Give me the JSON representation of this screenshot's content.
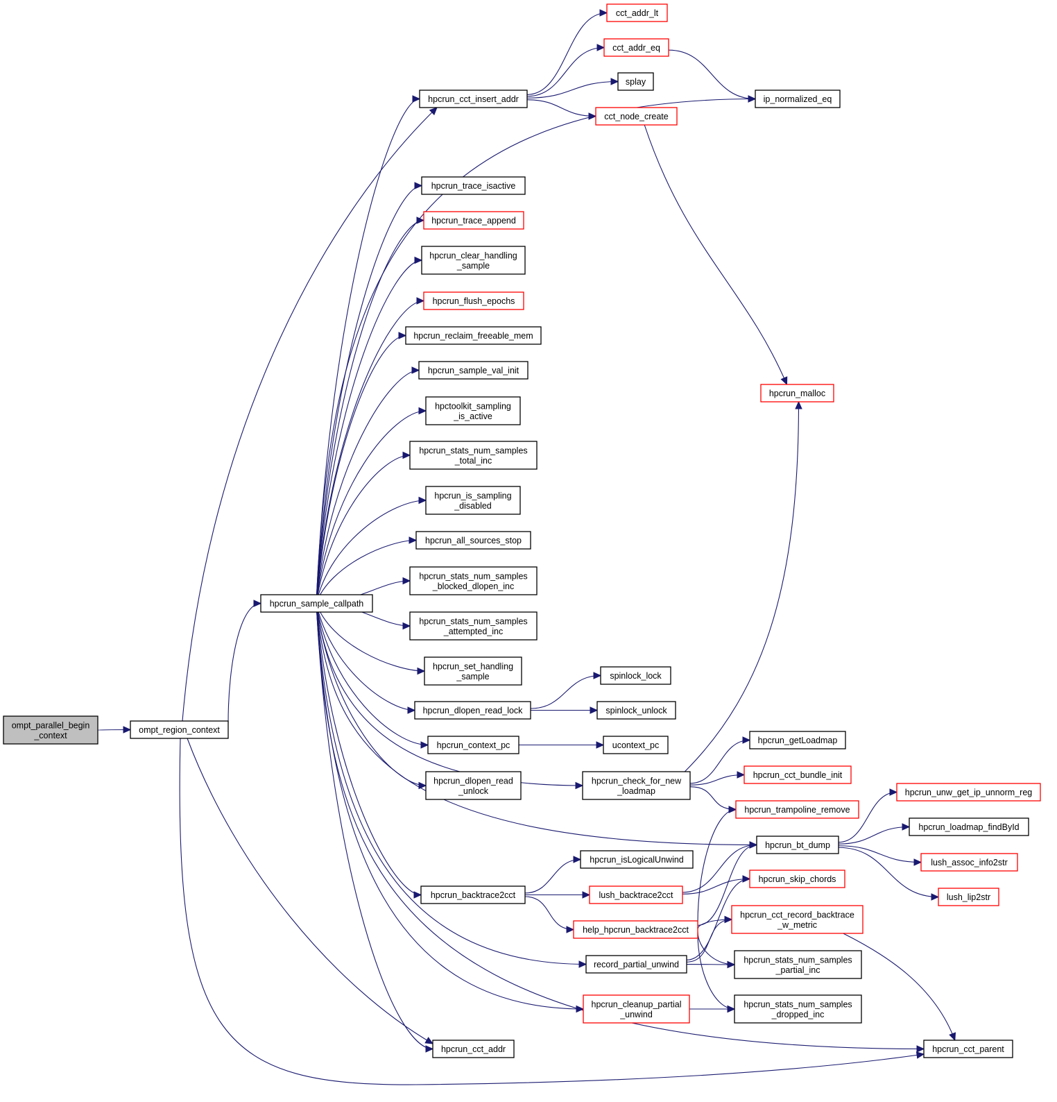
{
  "title": "Call graph: ompt_parallel_begin_context",
  "colors": {
    "edge": "#191970",
    "root_fill": "#bfbfbf",
    "truncated_border": "#ff0000",
    "normal_border": "#000000"
  },
  "nodes": [
    {
      "id": "root",
      "lines": [
        "ompt_parallel_begin",
        "_context"
      ],
      "kind": "root"
    },
    {
      "id": "ompt_region_context",
      "lines": [
        "ompt_region_context"
      ],
      "kind": "normal"
    },
    {
      "id": "hpcrun_sample_callpath",
      "lines": [
        "hpcrun_sample_callpath"
      ],
      "kind": "normal"
    },
    {
      "id": "hpcrun_cct_insert_addr",
      "lines": [
        "hpcrun_cct_insert_addr"
      ],
      "kind": "normal"
    },
    {
      "id": "cct_addr_lt",
      "lines": [
        "cct_addr_lt"
      ],
      "kind": "truncated"
    },
    {
      "id": "cct_addr_eq",
      "lines": [
        "cct_addr_eq"
      ],
      "kind": "truncated"
    },
    {
      "id": "splay",
      "lines": [
        "splay"
      ],
      "kind": "normal"
    },
    {
      "id": "cct_node_create",
      "lines": [
        "cct_node_create"
      ],
      "kind": "truncated"
    },
    {
      "id": "ip_normalized_eq",
      "lines": [
        "ip_normalized_eq"
      ],
      "kind": "normal"
    },
    {
      "id": "hpcrun_trace_isactive",
      "lines": [
        "hpcrun_trace_isactive"
      ],
      "kind": "normal"
    },
    {
      "id": "hpcrun_trace_append",
      "lines": [
        "hpcrun_trace_append"
      ],
      "kind": "truncated"
    },
    {
      "id": "hpcrun_clear_handling_sample",
      "lines": [
        "hpcrun_clear_handling",
        "_sample"
      ],
      "kind": "normal"
    },
    {
      "id": "hpcrun_flush_epochs",
      "lines": [
        "hpcrun_flush_epochs"
      ],
      "kind": "truncated"
    },
    {
      "id": "hpcrun_reclaim_freeable_mem",
      "lines": [
        "hpcrun_reclaim_freeable_mem"
      ],
      "kind": "normal"
    },
    {
      "id": "hpcrun_sample_val_init",
      "lines": [
        "hpcrun_sample_val_init"
      ],
      "kind": "normal"
    },
    {
      "id": "hpctoolkit_sampling_is_active",
      "lines": [
        "hpctoolkit_sampling",
        "_is_active"
      ],
      "kind": "normal"
    },
    {
      "id": "hpcrun_stats_num_samples_total_inc",
      "lines": [
        "hpcrun_stats_num_samples",
        "_total_inc"
      ],
      "kind": "normal"
    },
    {
      "id": "hpcrun_is_sampling_disabled",
      "lines": [
        "hpcrun_is_sampling",
        "_disabled"
      ],
      "kind": "normal"
    },
    {
      "id": "hpcrun_all_sources_stop",
      "lines": [
        "hpcrun_all_sources_stop"
      ],
      "kind": "normal"
    },
    {
      "id": "hpcrun_stats_num_samples_blocked_dlopen_inc",
      "lines": [
        "hpcrun_stats_num_samples",
        "_blocked_dlopen_inc"
      ],
      "kind": "normal"
    },
    {
      "id": "hpcrun_stats_num_samples_attempted_inc",
      "lines": [
        "hpcrun_stats_num_samples",
        "_attempted_inc"
      ],
      "kind": "normal"
    },
    {
      "id": "hpcrun_set_handling_sample",
      "lines": [
        "hpcrun_set_handling",
        "_sample"
      ],
      "kind": "normal"
    },
    {
      "id": "hpcrun_dlopen_read_lock",
      "lines": [
        "hpcrun_dlopen_read_lock"
      ],
      "kind": "normal"
    },
    {
      "id": "spinlock_lock",
      "lines": [
        "spinlock_lock"
      ],
      "kind": "normal"
    },
    {
      "id": "spinlock_unlock",
      "lines": [
        "spinlock_unlock"
      ],
      "kind": "normal"
    },
    {
      "id": "hpcrun_context_pc",
      "lines": [
        "hpcrun_context_pc"
      ],
      "kind": "normal"
    },
    {
      "id": "ucontext_pc",
      "lines": [
        "ucontext_pc"
      ],
      "kind": "normal"
    },
    {
      "id": "hpcrun_dlopen_read_unlock",
      "lines": [
        "hpcrun_dlopen_read",
        "_unlock"
      ],
      "kind": "normal"
    },
    {
      "id": "hpcrun_malloc",
      "lines": [
        "hpcrun_malloc"
      ],
      "kind": "truncated"
    },
    {
      "id": "hpcrun_check_for_new_loadmap",
      "lines": [
        "hpcrun_check_for_new",
        "_loadmap"
      ],
      "kind": "normal"
    },
    {
      "id": "hpcrun_getLoadmap",
      "lines": [
        "hpcrun_getLoadmap"
      ],
      "kind": "normal"
    },
    {
      "id": "hpcrun_cct_bundle_init",
      "lines": [
        "hpcrun_cct_bundle_init"
      ],
      "kind": "truncated"
    },
    {
      "id": "hpcrun_trampoline_remove",
      "lines": [
        "hpcrun_trampoline_remove"
      ],
      "kind": "truncated"
    },
    {
      "id": "hpcrun_unw_get_ip_unnorm_reg",
      "lines": [
        "hpcrun_unw_get_ip_unnorm_reg"
      ],
      "kind": "truncated"
    },
    {
      "id": "hpcrun_loadmap_findById",
      "lines": [
        "hpcrun_loadmap_findById"
      ],
      "kind": "normal"
    },
    {
      "id": "hpcrun_bt_dump",
      "lines": [
        "hpcrun_bt_dump"
      ],
      "kind": "normal"
    },
    {
      "id": "lush_assoc_info2str",
      "lines": [
        "lush_assoc_info2str"
      ],
      "kind": "truncated"
    },
    {
      "id": "lush_lip2str",
      "lines": [
        "lush_lip2str"
      ],
      "kind": "truncated"
    },
    {
      "id": "hpcrun_isLogicalUnwind",
      "lines": [
        "hpcrun_isLogicalUnwind"
      ],
      "kind": "normal"
    },
    {
      "id": "hpcrun_backtrace2cct",
      "lines": [
        "hpcrun_backtrace2cct"
      ],
      "kind": "normal"
    },
    {
      "id": "lush_backtrace2cct",
      "lines": [
        "lush_backtrace2cct"
      ],
      "kind": "truncated"
    },
    {
      "id": "hpcrun_skip_chords",
      "lines": [
        "hpcrun_skip_chords"
      ],
      "kind": "truncated"
    },
    {
      "id": "help_hpcrun_backtrace2cct",
      "lines": [
        "help_hpcrun_backtrace2cct"
      ],
      "kind": "truncated"
    },
    {
      "id": "hpcrun_cct_record_backtrace_w_metric",
      "lines": [
        "hpcrun_cct_record_backtrace",
        "_w_metric"
      ],
      "kind": "truncated"
    },
    {
      "id": "record_partial_unwind",
      "lines": [
        "record_partial_unwind"
      ],
      "kind": "normal"
    },
    {
      "id": "hpcrun_stats_num_samples_partial_inc",
      "lines": [
        "hpcrun_stats_num_samples",
        "_partial_inc"
      ],
      "kind": "normal"
    },
    {
      "id": "hpcrun_cleanup_partial_unwind",
      "lines": [
        "hpcrun_cleanup_partial",
        "_unwind"
      ],
      "kind": "truncated"
    },
    {
      "id": "hpcrun_stats_num_samples_dropped_inc",
      "lines": [
        "hpcrun_stats_num_samples",
        "_dropped_inc"
      ],
      "kind": "normal"
    },
    {
      "id": "hpcrun_cct_addr",
      "lines": [
        "hpcrun_cct_addr"
      ],
      "kind": "normal"
    },
    {
      "id": "hpcrun_cct_parent",
      "lines": [
        "hpcrun_cct_parent"
      ],
      "kind": "normal"
    }
  ],
  "edges": [
    [
      "root",
      "ompt_region_context"
    ],
    [
      "ompt_region_context",
      "hpcrun_sample_callpath"
    ],
    [
      "ompt_region_context",
      "hpcrun_cct_insert_addr"
    ],
    [
      "ompt_region_context",
      "hpcrun_cct_addr"
    ],
    [
      "ompt_region_context",
      "hpcrun_cct_parent"
    ],
    [
      "hpcrun_sample_callpath",
      "hpcrun_cct_insert_addr"
    ],
    [
      "hpcrun_sample_callpath",
      "ip_normalized_eq"
    ],
    [
      "hpcrun_sample_callpath",
      "hpcrun_trace_isactive"
    ],
    [
      "hpcrun_sample_callpath",
      "hpcrun_trace_append"
    ],
    [
      "hpcrun_sample_callpath",
      "hpcrun_clear_handling_sample"
    ],
    [
      "hpcrun_sample_callpath",
      "hpcrun_flush_epochs"
    ],
    [
      "hpcrun_sample_callpath",
      "hpcrun_reclaim_freeable_mem"
    ],
    [
      "hpcrun_sample_callpath",
      "hpcrun_sample_val_init"
    ],
    [
      "hpcrun_sample_callpath",
      "hpctoolkit_sampling_is_active"
    ],
    [
      "hpcrun_sample_callpath",
      "hpcrun_stats_num_samples_total_inc"
    ],
    [
      "hpcrun_sample_callpath",
      "hpcrun_is_sampling_disabled"
    ],
    [
      "hpcrun_sample_callpath",
      "hpcrun_all_sources_stop"
    ],
    [
      "hpcrun_sample_callpath",
      "hpcrun_stats_num_samples_blocked_dlopen_inc"
    ],
    [
      "hpcrun_sample_callpath",
      "hpcrun_stats_num_samples_attempted_inc"
    ],
    [
      "hpcrun_sample_callpath",
      "hpcrun_set_handling_sample"
    ],
    [
      "hpcrun_sample_callpath",
      "hpcrun_dlopen_read_lock"
    ],
    [
      "hpcrun_sample_callpath",
      "hpcrun_context_pc"
    ],
    [
      "hpcrun_sample_callpath",
      "hpcrun_dlopen_read_unlock"
    ],
    [
      "hpcrun_sample_callpath",
      "hpcrun_check_for_new_loadmap"
    ],
    [
      "hpcrun_sample_callpath",
      "hpcrun_bt_dump"
    ],
    [
      "hpcrun_sample_callpath",
      "hpcrun_backtrace2cct"
    ],
    [
      "hpcrun_sample_callpath",
      "record_partial_unwind"
    ],
    [
      "hpcrun_sample_callpath",
      "hpcrun_cleanup_partial_unwind"
    ],
    [
      "hpcrun_sample_callpath",
      "hpcrun_cct_addr"
    ],
    [
      "hpcrun_sample_callpath",
      "hpcrun_cct_parent"
    ],
    [
      "hpcrun_cct_insert_addr",
      "cct_addr_lt"
    ],
    [
      "hpcrun_cct_insert_addr",
      "cct_addr_eq"
    ],
    [
      "hpcrun_cct_insert_addr",
      "splay"
    ],
    [
      "hpcrun_cct_insert_addr",
      "cct_node_create"
    ],
    [
      "cct_addr_eq",
      "ip_normalized_eq"
    ],
    [
      "cct_node_create",
      "hpcrun_malloc"
    ],
    [
      "hpcrun_dlopen_read_lock",
      "spinlock_lock"
    ],
    [
      "hpcrun_dlopen_read_lock",
      "spinlock_unlock"
    ],
    [
      "hpcrun_context_pc",
      "ucontext_pc"
    ],
    [
      "hpcrun_check_for_new_loadmap",
      "hpcrun_malloc"
    ],
    [
      "hpcrun_check_for_new_loadmap",
      "hpcrun_getLoadmap"
    ],
    [
      "hpcrun_check_for_new_loadmap",
      "hpcrun_cct_bundle_init"
    ],
    [
      "hpcrun_check_for_new_loadmap",
      "hpcrun_trampoline_remove"
    ],
    [
      "hpcrun_bt_dump",
      "hpcrun_unw_get_ip_unnorm_reg"
    ],
    [
      "hpcrun_bt_dump",
      "hpcrun_loadmap_findById"
    ],
    [
      "hpcrun_bt_dump",
      "lush_assoc_info2str"
    ],
    [
      "hpcrun_bt_dump",
      "lush_lip2str"
    ],
    [
      "hpcrun_backtrace2cct",
      "hpcrun_isLogicalUnwind"
    ],
    [
      "hpcrun_backtrace2cct",
      "lush_backtrace2cct"
    ],
    [
      "hpcrun_backtrace2cct",
      "help_hpcrun_backtrace2cct"
    ],
    [
      "lush_backtrace2cct",
      "hpcrun_bt_dump"
    ],
    [
      "lush_backtrace2cct",
      "hpcrun_skip_chords"
    ],
    [
      "help_hpcrun_backtrace2cct",
      "hpcrun_bt_dump"
    ],
    [
      "help_hpcrun_backtrace2cct",
      "hpcrun_trampoline_remove"
    ],
    [
      "help_hpcrun_backtrace2cct",
      "hpcrun_cct_record_backtrace_w_metric"
    ],
    [
      "help_hpcrun_backtrace2cct",
      "hpcrun_stats_num_samples_partial_inc"
    ],
    [
      "help_hpcrun_backtrace2cct",
      "hpcrun_stats_num_samples_dropped_inc"
    ],
    [
      "record_partial_unwind",
      "hpcrun_skip_chords"
    ],
    [
      "record_partial_unwind",
      "hpcrun_cct_record_backtrace_w_metric"
    ],
    [
      "record_partial_unwind",
      "hpcrun_stats_num_samples_partial_inc"
    ],
    [
      "hpcrun_cct_record_backtrace_w_metric",
      "hpcrun_cct_parent"
    ],
    [
      "hpcrun_cleanup_partial_unwind",
      "hpcrun_stats_num_samples_dropped_inc"
    ]
  ]
}
